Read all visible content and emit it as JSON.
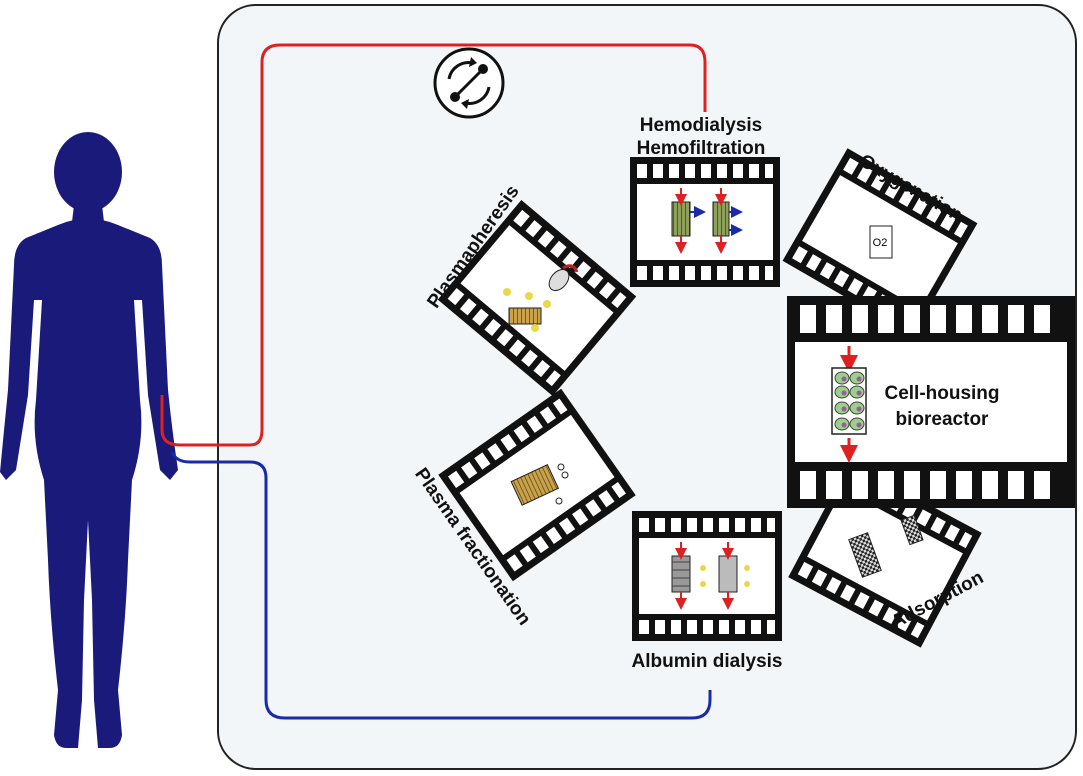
{
  "labels": {
    "hemodialysis": "Hemodialysis",
    "hemofiltration": "Hemofiltration",
    "oxygenation": "Oxygenation",
    "plasmapheresis": "Plasmapheresis",
    "cell_housing_1": "Cell-housing",
    "cell_housing_2": "bioreactor",
    "plasma_fractionation": "Plasma fractionation",
    "albumin_dialysis": "Albumin dialysis",
    "adsorption": "Adsorption",
    "o2": "O2"
  },
  "colors": {
    "body": "#1a1a7a",
    "arterial_line": "#e02020",
    "venous_line": "#1a2aa8",
    "panel_bg": "#f3f6f8",
    "film": "#111111"
  },
  "icons": [
    "human-silhouette-icon",
    "pump-cycle-icon",
    "filter-icon",
    "centrifuge-icon",
    "bioreactor-cells-icon",
    "charcoal-column-icon"
  ]
}
